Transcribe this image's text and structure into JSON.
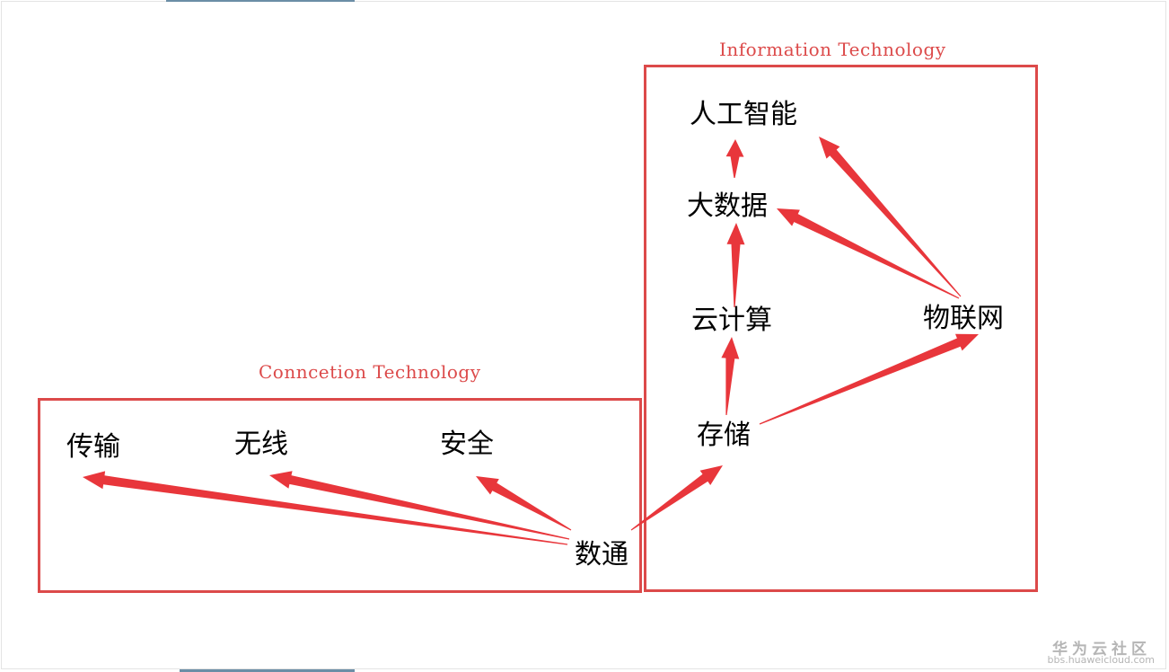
{
  "diagram": {
    "connection_title": "Conncetion Technology",
    "information_title": "Information Technology",
    "nodes": {
      "chuanshu": "传输",
      "wuxian": "无线",
      "anquan": "安全",
      "shutong": "数通",
      "cunchu": "存储",
      "yunjisuan": "云计算",
      "dashuju": "大数据",
      "rengong": "人工智能",
      "wulianwang": "物联网"
    },
    "edges": [
      {
        "from": "数通",
        "to": "传输"
      },
      {
        "from": "数通",
        "to": "无线"
      },
      {
        "from": "数通",
        "to": "安全"
      },
      {
        "from": "数通",
        "to": "存储"
      },
      {
        "from": "存储",
        "to": "云计算"
      },
      {
        "from": "存储",
        "to": "物联网"
      },
      {
        "from": "云计算",
        "to": "大数据"
      },
      {
        "from": "大数据",
        "to": "人工智能"
      },
      {
        "from": "物联网",
        "to": "大数据"
      },
      {
        "from": "物联网",
        "to": "人工智能"
      }
    ],
    "colors": {
      "frame": "#dc4a4a",
      "arrow": "#e8363b",
      "title": "#dc4a4a"
    }
  },
  "watermark": {
    "brand": "华为云社区",
    "url": "bbs.huaweicloud.com"
  }
}
